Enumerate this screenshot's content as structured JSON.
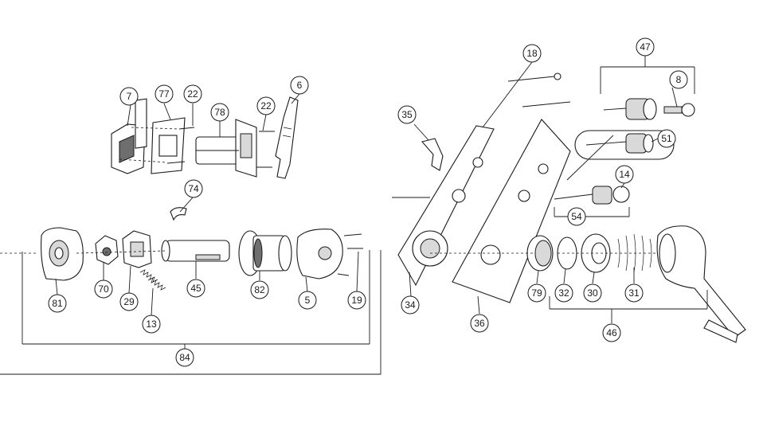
{
  "callouts": {
    "c7": "7",
    "c77": "77",
    "c22a": "22",
    "c78": "78",
    "c22b": "22",
    "c6": "6",
    "c74": "74",
    "c81": "81",
    "c70": "70",
    "c29": "29",
    "c13": "13",
    "c45": "45",
    "c82": "82",
    "c5": "5",
    "c19": "19",
    "c84": "84",
    "c18": "18",
    "c47": "47",
    "c8": "8",
    "c35": "35",
    "c51": "51",
    "c14": "14",
    "c54": "54",
    "c34": "34",
    "c36": "36",
    "c79": "79",
    "c32": "32",
    "c30": "30",
    "c31": "31",
    "c46": "46"
  }
}
